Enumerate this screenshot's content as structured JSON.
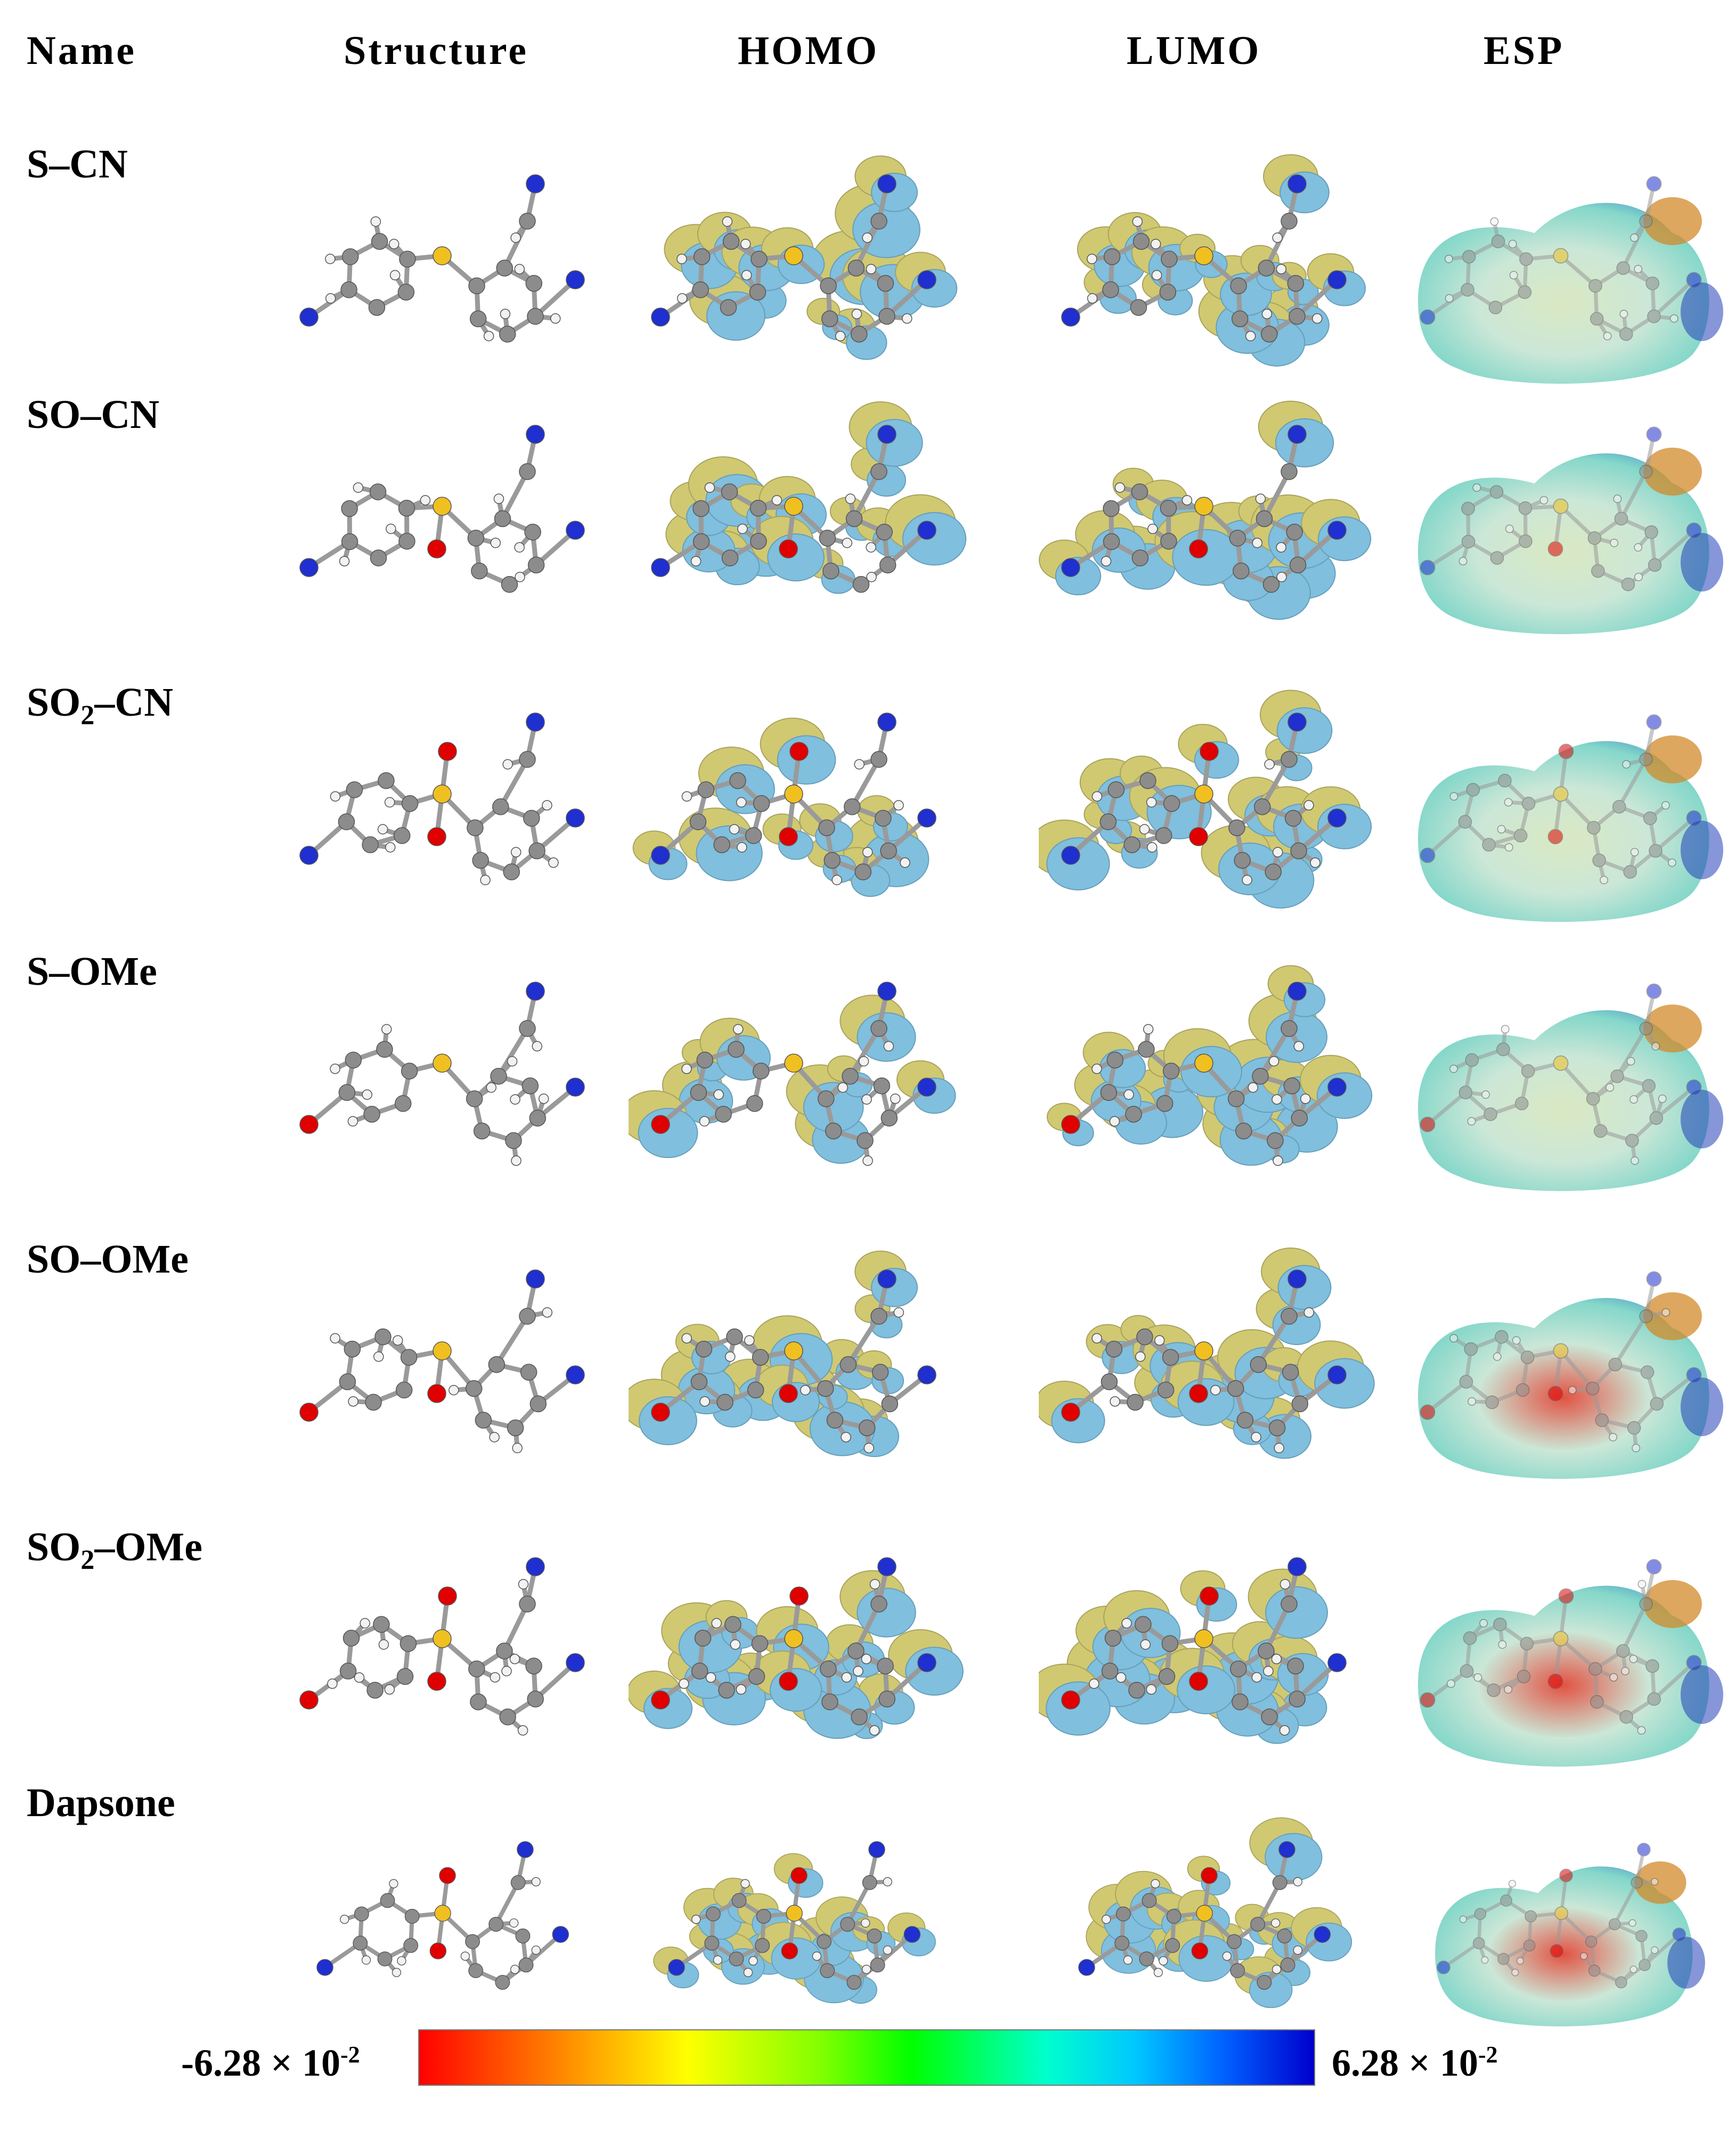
{
  "headers": {
    "name": "Name",
    "structure": "Structure",
    "homo": "HOMO",
    "lumo": "LUMO",
    "esp": "ESP"
  },
  "rows": [
    {
      "name_main": "S–CN",
      "name_sub": "",
      "name_rest": ""
    },
    {
      "name_main": "SO–CN",
      "name_sub": "",
      "name_rest": ""
    },
    {
      "name_main": "SO",
      "name_sub": "2",
      "name_rest": "–CN"
    },
    {
      "name_main": "S–OMe",
      "name_sub": "",
      "name_rest": ""
    },
    {
      "name_main": "SO–OMe",
      "name_sub": "",
      "name_rest": ""
    },
    {
      "name_main": "SO",
      "name_sub": "2",
      "name_rest": "–OMe"
    },
    {
      "name_main": "Dapsone",
      "name_sub": "",
      "name_rest": ""
    }
  ],
  "colorbar": {
    "min_mantissa": "-6.28 × 10",
    "min_exponent": "-2",
    "max_mantissa": "6.28 × 10",
    "max_exponent": "-2",
    "colors": [
      "#ff0000",
      "#ffff00",
      "#00ff00",
      "#00ffff",
      "#0000cc"
    ]
  },
  "colors": {
    "carbon": "#8c8c8c",
    "hydrogen": "#f2f2f2",
    "nitrogen": "#1f2fd0",
    "oxygen": "#e00000",
    "sulfur": "#f0c020",
    "orbital_positive": "#c8c05a",
    "orbital_negative": "#6ab4d8"
  }
}
